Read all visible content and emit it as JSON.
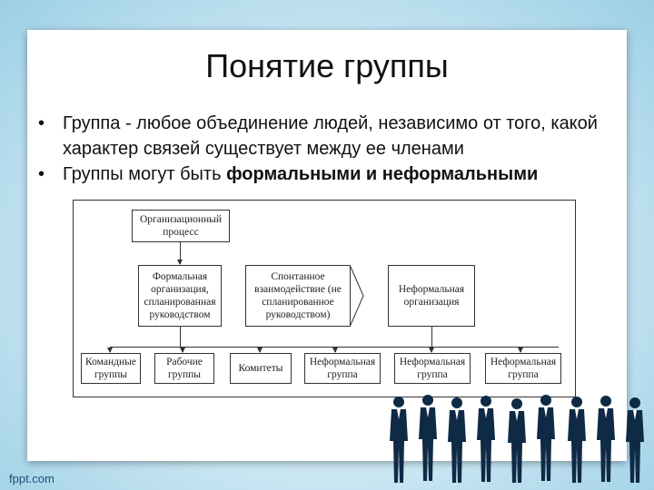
{
  "slide": {
    "title": "Понятие группы",
    "bullets": [
      {
        "marker": "•",
        "text": "Группа - любое объединение людей, независимо от того, какой характер связей существует между ее членами"
      },
      {
        "marker": "•",
        "text_plain": "Группы могут быть ",
        "text_bold": "формальными и неформальными"
      }
    ]
  },
  "diagram": {
    "top_box": "Организационный процесс",
    "middle": {
      "formal": "Формальная организация, спланированная руководством",
      "spontaneous": "Спонтанное взаимодействие (не спланированное руководством)",
      "informal": "Неформальная организация"
    },
    "bottom": [
      "Командные группы",
      "Рабочие группы",
      "Комитеты",
      "Неформальная группа",
      "Неформальная группа",
      "Неформальная группа"
    ]
  },
  "footer": {
    "brand": "fppt.com"
  }
}
